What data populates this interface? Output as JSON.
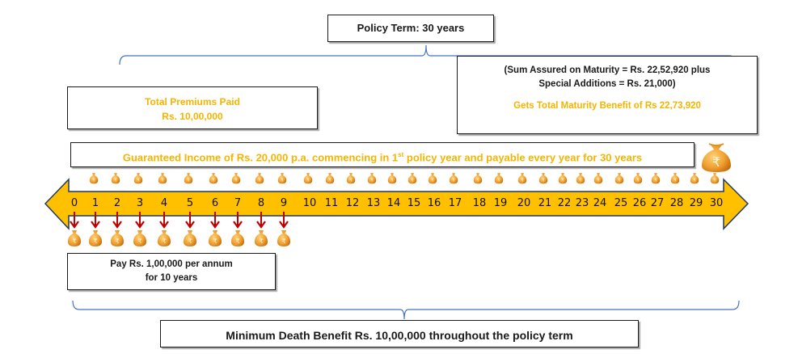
{
  "diagram": {
    "policy_term_label": "Policy Term: 30 years",
    "maturity_box": {
      "line1": "(Sum Assured on Maturity = Rs. 22,52,920 plus",
      "line2": "Special Additions = Rs. 21,000)",
      "line3": "Gets Total Maturity Benefit of Rs 22,73,920"
    },
    "premiums_box": {
      "line1": "Total Premiums Paid",
      "line2": "Rs. 10,00,000"
    },
    "guaranteed_income": {
      "before_sup": "Guaranteed Income of Rs. 20,000 p.a. commencing in 1",
      "sup": "st",
      "after_sup": " policy year and payable every year for 30 years"
    },
    "pay_box": {
      "line1": "Pay Rs. 1,00,000 per annum",
      "line2": "for 10 years"
    },
    "death_benefit_label": "Minimum Death Benefit Rs. 10,00,000 throughout the policy term",
    "timeline": {
      "years": [
        "0",
        "1",
        "2",
        "3",
        "4",
        "5",
        "6",
        "7",
        "8",
        "9",
        "10",
        "11",
        "12",
        "13",
        "14",
        "15",
        "16",
        "17",
        "18",
        "19",
        "20",
        "21",
        "22",
        "23",
        "24",
        "25",
        "26",
        "27",
        "28",
        "29",
        "30"
      ],
      "premium_years_count": 10,
      "income_payouts_count": 30,
      "arrow_color": "#ffc000",
      "arrow_outline": "#1f3864",
      "down_arrow_color": "#c00000"
    },
    "icons": {
      "money_bag": "money-bag-rupee-icon",
      "maturity_bag": "large-money-bag-rupee-icon"
    },
    "colors": {
      "gold_text": "#f5b400",
      "brace": "#4472c4",
      "text": "#1a1a1a"
    }
  }
}
